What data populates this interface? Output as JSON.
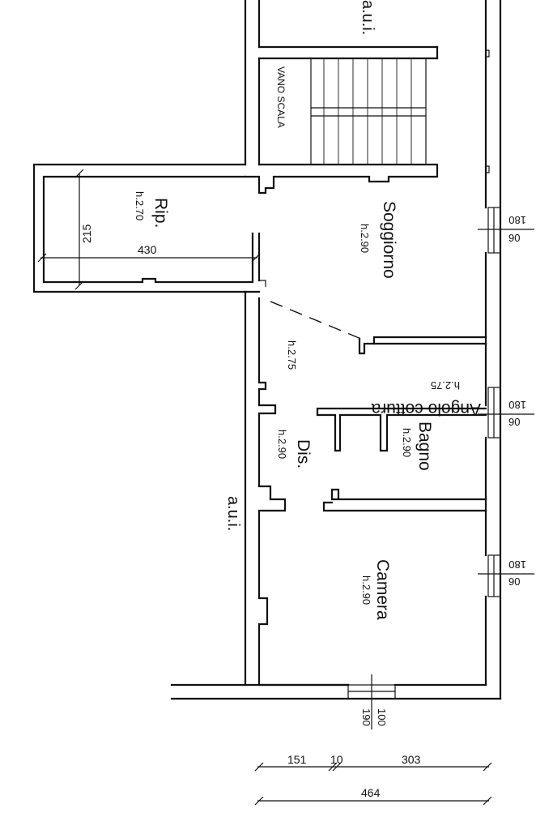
{
  "labels": {
    "aui_top": "a.u.i.",
    "aui_left": "a.u.i.",
    "vano_scala": "VANO SCALA",
    "rip": "Rip.",
    "rip_h": "h.2.70",
    "soggiorno": "Soggiorno",
    "soggiorno_h": "h.2.90",
    "dis_h_upper": "h.2.75",
    "angolo": "Angolo cottura",
    "angolo_h": "h.2.75",
    "bagno": "Bagno",
    "bagno_h": "h.2.90",
    "dis": "Dis.",
    "dis_h": "h.2.90",
    "camera": "Camera",
    "camera_h": "h.2.90"
  },
  "dimensions": {
    "rip_height": "215",
    "rip_width": "430",
    "seg_a": "151",
    "seg_b": "10",
    "seg_c": "303",
    "total": "464"
  },
  "windows": {
    "w1_top": "180",
    "w1_bot": "90",
    "w2_top": "180",
    "w2_bot": "90",
    "w3_top": "180",
    "w3_bot": "90",
    "door_a": "100",
    "door_b": "190"
  }
}
